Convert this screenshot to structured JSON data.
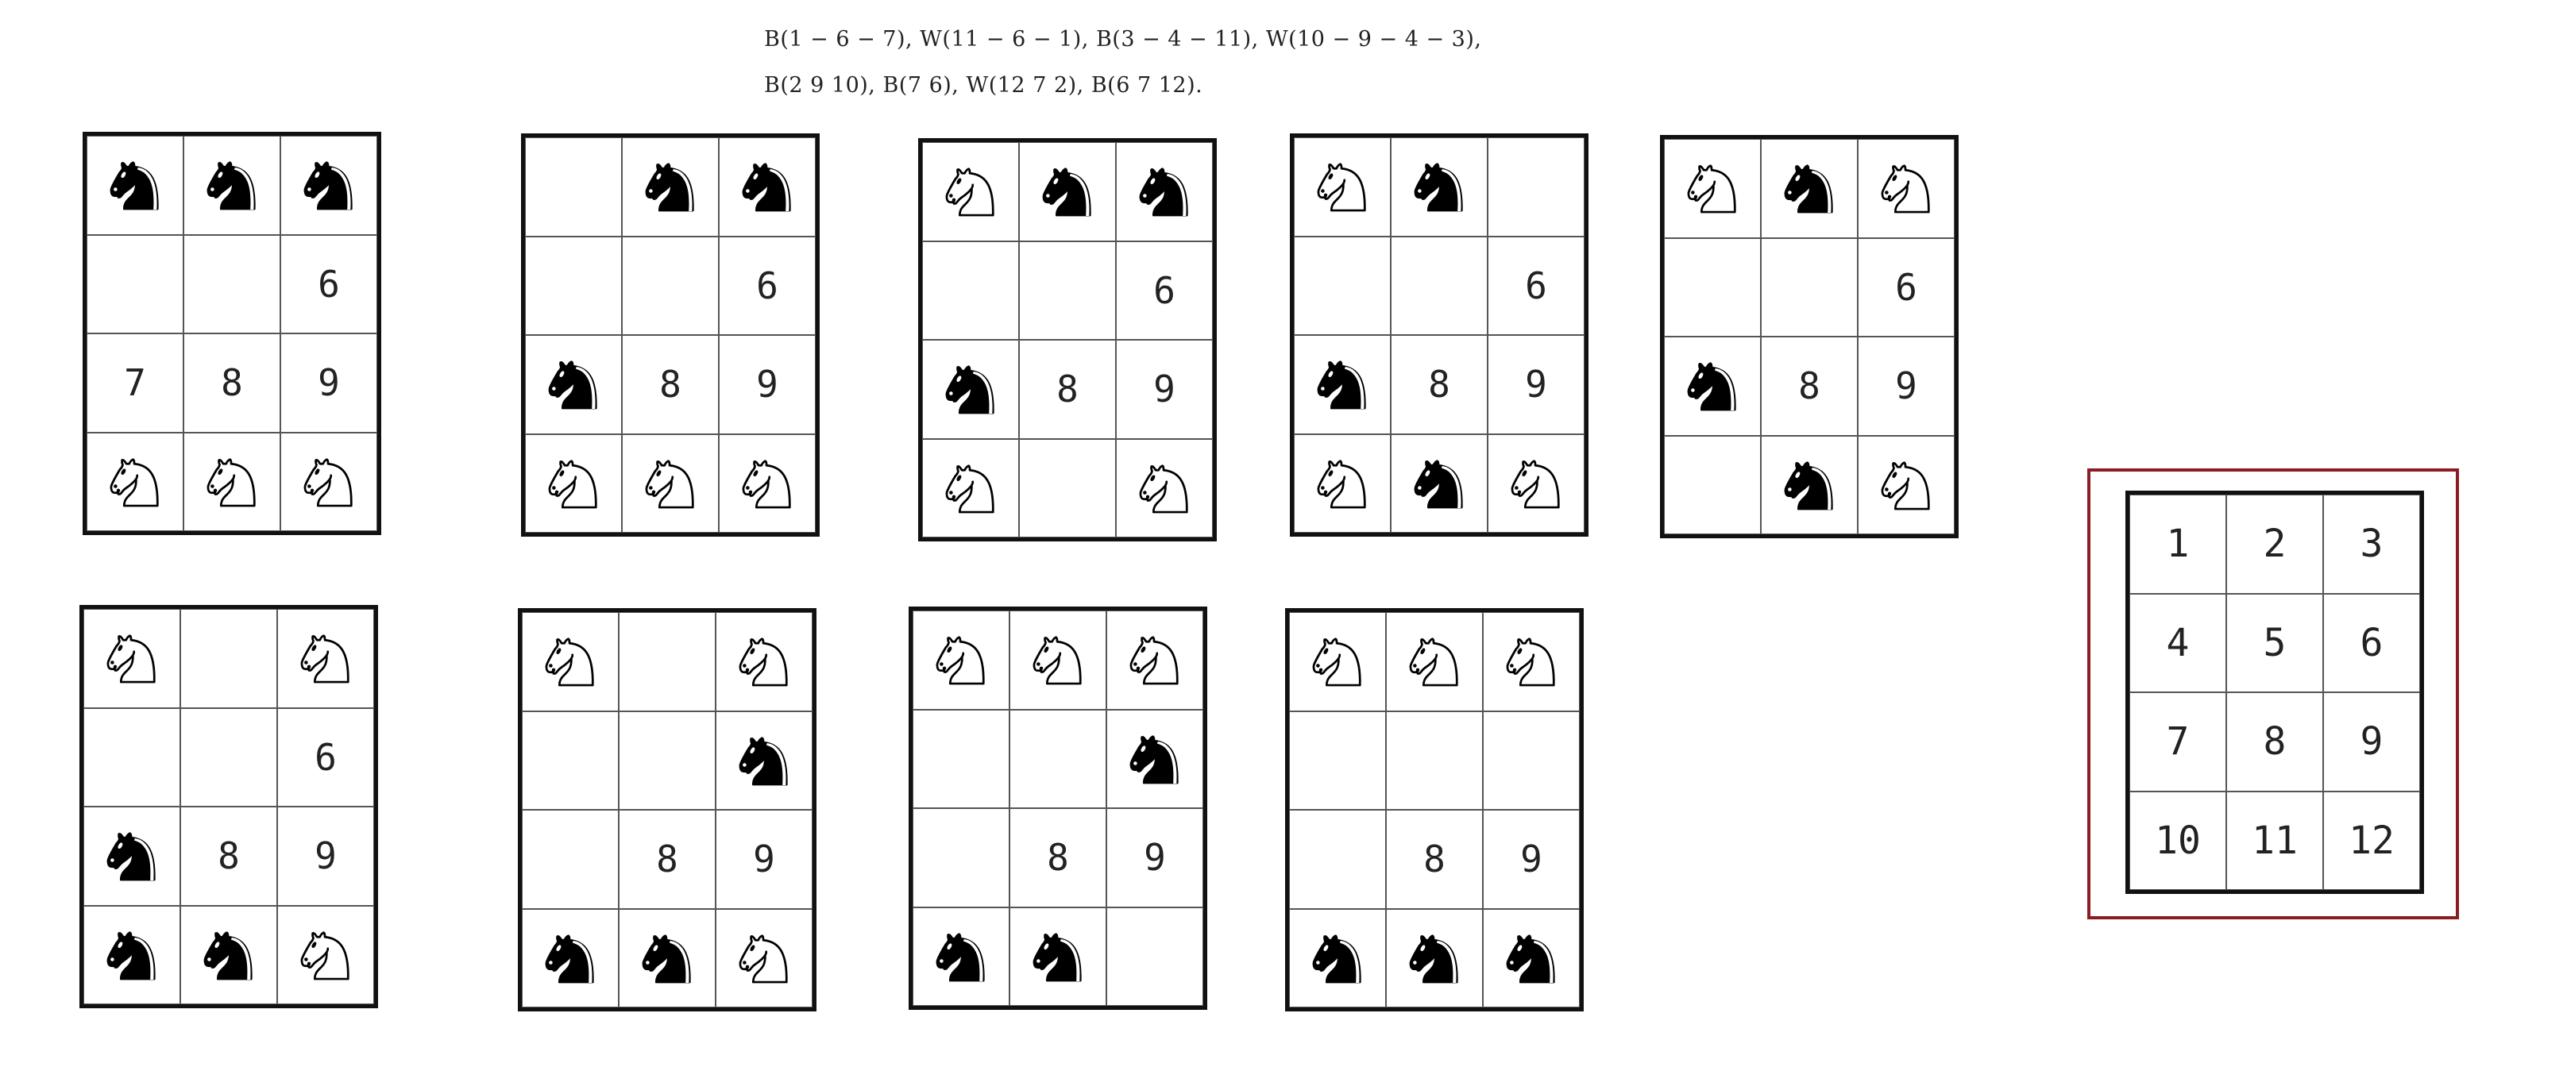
{
  "notation": {
    "line1": "B(1 − 6 − 7),  W(11 − 6 − 1),  B(3 − 4 − 11),  W(10 − 9 − 4 − 3),",
    "line2": "B(2    9    10),  B(7    6),  W(12    7    2),  B(6    7    12)."
  },
  "colors": {
    "key_frame": "#8a1c24",
    "grid": "#111111"
  },
  "boards": [
    {
      "cells": [
        "B",
        "B",
        "B",
        "",
        "",
        "6",
        "7",
        "8",
        "9",
        "W",
        "W",
        "W"
      ]
    },
    {
      "cells": [
        "",
        "B",
        "B",
        "",
        "",
        "6",
        "B",
        "8",
        "9",
        "W",
        "W",
        "W"
      ]
    },
    {
      "cells": [
        "W",
        "B",
        "B",
        "",
        "",
        "6",
        "B",
        "8",
        "9",
        "W",
        "",
        "W"
      ]
    },
    {
      "cells": [
        "W",
        "B",
        "",
        "",
        "",
        "6",
        "B",
        "8",
        "9",
        "W",
        "B",
        "W"
      ]
    },
    {
      "cells": [
        "W",
        "B",
        "W",
        "",
        "",
        "6",
        "B",
        "8",
        "9",
        "",
        "B",
        "W"
      ]
    },
    {
      "cells": [
        "W",
        "",
        "W",
        "",
        "",
        "6",
        "B",
        "8",
        "9",
        "B",
        "B",
        "W"
      ]
    },
    {
      "cells": [
        "W",
        "",
        "W",
        "",
        "",
        "B",
        "",
        "8",
        "9",
        "B",
        "B",
        "W"
      ]
    },
    {
      "cells": [
        "W",
        "W",
        "W",
        "",
        "",
        "B",
        "",
        "8",
        "9",
        "B",
        "B",
        ""
      ]
    },
    {
      "cells": [
        "W",
        "W",
        "W",
        "",
        "",
        "",
        "",
        "8",
        "9",
        "B",
        "B",
        "B"
      ]
    }
  ],
  "key": {
    "cells": [
      "1",
      "2",
      "3",
      "4",
      "5",
      "6",
      "7",
      "8",
      "9",
      "10",
      "11",
      "12"
    ]
  }
}
